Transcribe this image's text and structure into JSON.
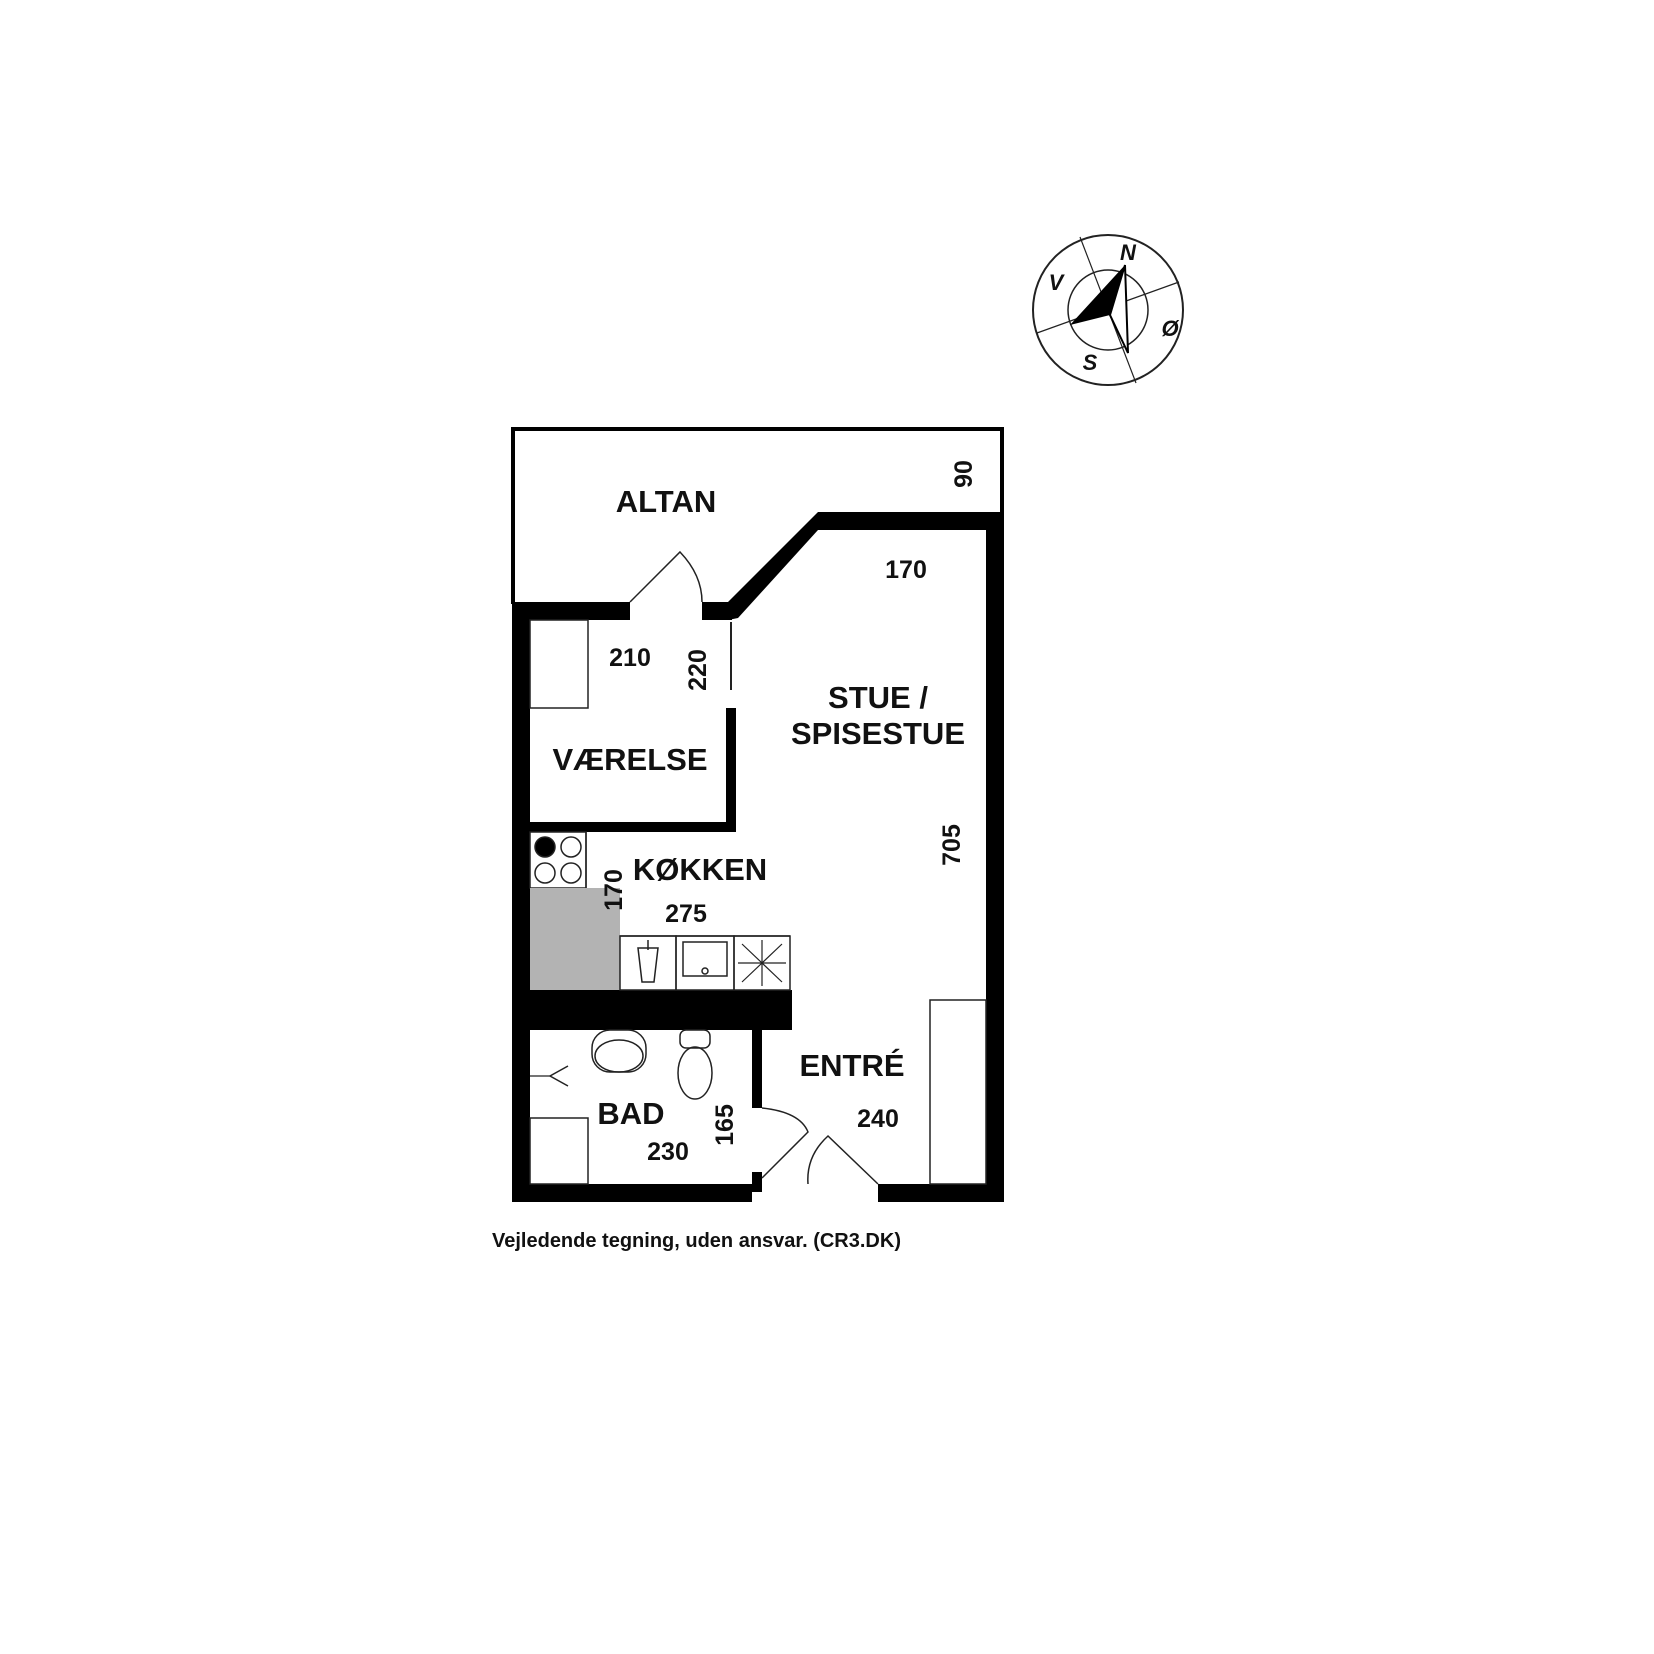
{
  "rooms": {
    "altan": "ALTAN",
    "stue_line1": "STUE /",
    "stue_line2": "SPISESTUE",
    "vaerelse": "VÆRELSE",
    "kokken": "KØKKEN",
    "bad": "BAD",
    "entre": "ENTRÉ"
  },
  "dimensions": {
    "altan_depth": "90",
    "stue_width": "170",
    "stue_length": "705",
    "vaerelse_width": "210",
    "vaerelse_depth": "220",
    "kokken_depth": "170",
    "kokken_width": "275",
    "bad_depth": "165",
    "bad_width": "230",
    "entre_width": "240"
  },
  "compass": {
    "n": "N",
    "s": "S",
    "v": "V",
    "o": "Ø"
  },
  "caption": "Vejledende tegning, uden ansvar. (CR3.DK)"
}
